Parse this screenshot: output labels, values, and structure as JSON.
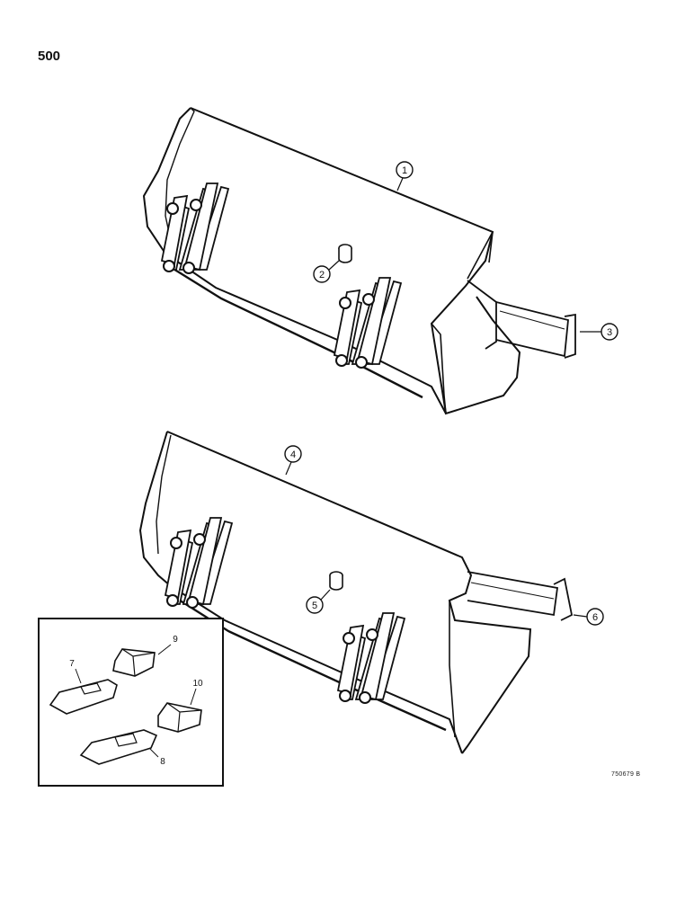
{
  "page": {
    "number": "500",
    "figure_code": "750679 B"
  },
  "callouts": [
    {
      "id": "1",
      "label": "1"
    },
    {
      "id": "2",
      "label": "2"
    },
    {
      "id": "3",
      "label": "3"
    },
    {
      "id": "4",
      "label": "4"
    },
    {
      "id": "5",
      "label": "5"
    },
    {
      "id": "6",
      "label": "6"
    },
    {
      "id": "7",
      "label": "7"
    },
    {
      "id": "8",
      "label": "8"
    },
    {
      "id": "9",
      "label": "9"
    },
    {
      "id": "10",
      "label": "10"
    }
  ],
  "colors": {
    "ink": "#111111",
    "paper": "#ffffff",
    "shade": "#f3f3f3"
  }
}
